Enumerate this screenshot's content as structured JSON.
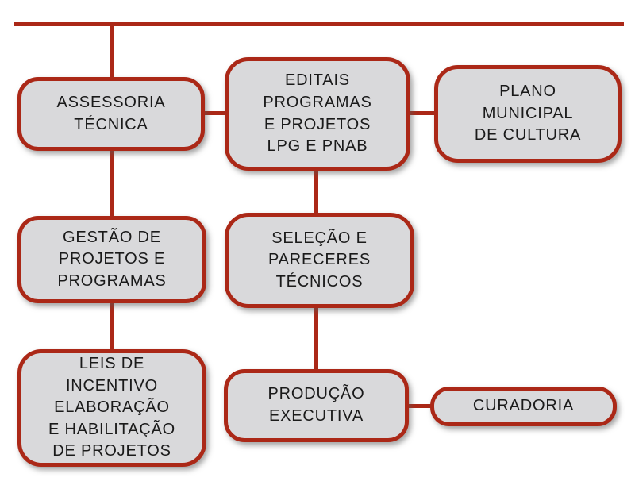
{
  "diagram": {
    "title": "organograma-cultura",
    "colors": {
      "accent_red": "#AB2817",
      "box_fill": "#D9D9DB",
      "text": "#1A1A1A",
      "background": "#FFFFFF"
    },
    "nodes": [
      {
        "id": "assessoria-tecnica",
        "label": "ASSESSORIA\nTÉCNICA"
      },
      {
        "id": "editais-programas",
        "label": "EDITAIS\nPROGRAMAS\nE PROJETOS\nLPG E PNAB"
      },
      {
        "id": "plano-municipal",
        "label": "PLANO\nMUNICIPAL\nDE CULTURA"
      },
      {
        "id": "gestao-projetos",
        "label": "GESTÃO DE\nPROJETOS E\nPROGRAMAS"
      },
      {
        "id": "selecao-pareceres",
        "label": "SELEÇÃO E\nPARECERES\nTÉCNICOS"
      },
      {
        "id": "leis-incentivo",
        "label": "LEIS DE\nINCENTIVO\nELABORAÇÃO\nE HABILITAÇÃO\nDE PROJETOS"
      },
      {
        "id": "producao-executiva",
        "label": "PRODUÇÃO\nEXECUTIVA"
      },
      {
        "id": "curadoria",
        "label": "CURADORIA"
      }
    ],
    "edges": [
      "top-rule to assessoria-tecnica",
      "assessoria-tecnica to editais-programas",
      "editais-programas to plano-municipal",
      "assessoria-tecnica to gestao-projetos",
      "editais-programas to selecao-pareceres",
      "gestao-projetos to leis-incentivo",
      "selecao-pareceres to producao-executiva",
      "producao-executiva to curadoria"
    ]
  }
}
